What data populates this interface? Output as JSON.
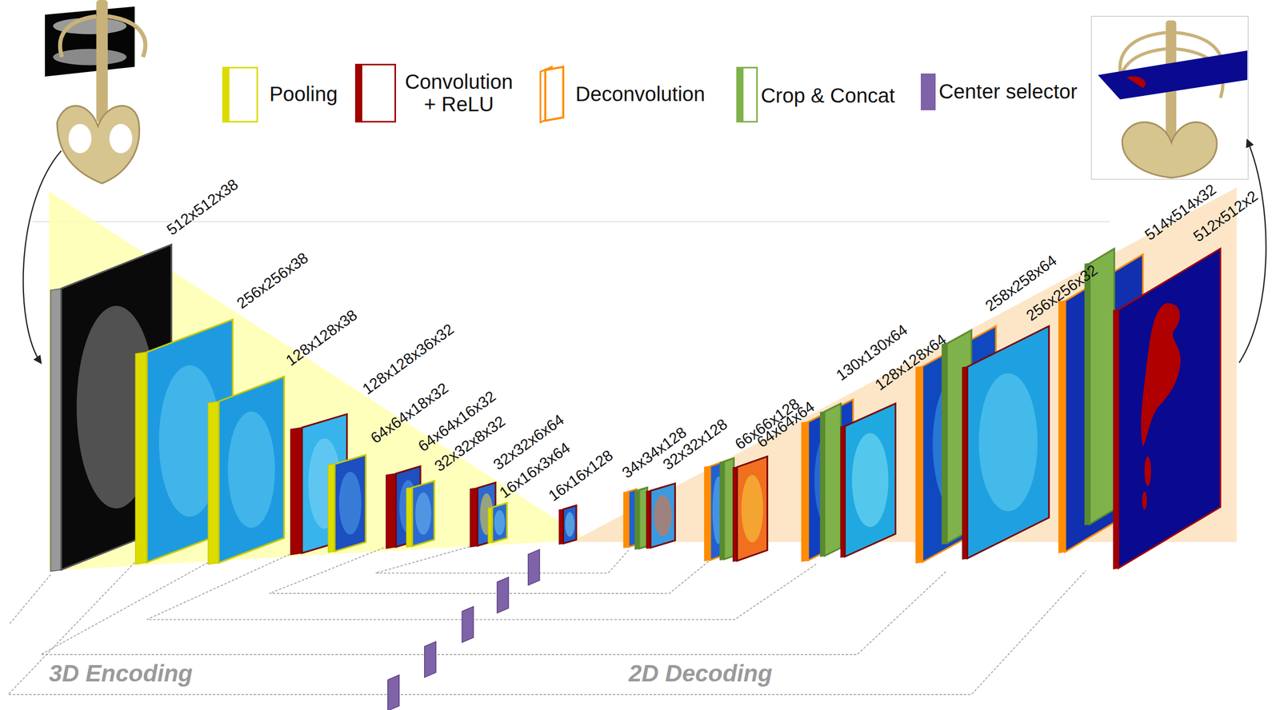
{
  "diagram": {
    "labels": [
      "512x512x38",
      "256x256x38",
      "128x128x38",
      "128x128x36x32",
      "64x64x18x32",
      "64x64x16x32",
      "32x32x8x32",
      "32x32x6x64",
      "16x16x3x64",
      "16x16x128",
      "34x34x128",
      "32x32x128",
      "66x66x128",
      "64x64x64",
      "130x130x64",
      "128x128x64",
      "258x258x64",
      "256x256x32",
      "514x514x32",
      "512x512x2",
      "3D Encoding",
      "2D Decoding"
    ],
    "legend": [
      {
        "text": "Pooling",
        "color": "#dcdc00"
      },
      {
        "text": "Convolution + ReLU",
        "color": "#a00000"
      },
      {
        "text": "Deconvolution"
      },
      {
        "text": "Crop & Concat",
        "color": "#7fb24a"
      },
      {
        "text": "Center selector",
        "color": "#7f62a8"
      }
    ]
  }
}
